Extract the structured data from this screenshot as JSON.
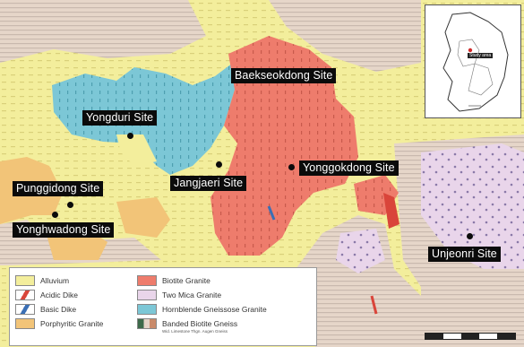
{
  "sites": [
    {
      "id": "baekseokdong",
      "label": "Baekseokdong Site"
    },
    {
      "id": "yongduri",
      "label": "Yongduri Site"
    },
    {
      "id": "jangjaeri",
      "label": "Jangjaeri Site"
    },
    {
      "id": "yonggokdong",
      "label": "Yonggokdong Site"
    },
    {
      "id": "punggidong",
      "label": "Punggidong Site"
    },
    {
      "id": "yonghwadong",
      "label": "Yonghwadong Site"
    },
    {
      "id": "unjeonri",
      "label": "Unjeonri Site"
    }
  ],
  "inset": {
    "label": "Study area"
  },
  "legend": {
    "alluvium": "Alluvium",
    "acidic_dike": "Acidic Dike",
    "basic_dike": "Basic Dike",
    "porphyritic_granite": "Porphyritic Granite",
    "biotite_granite": "Biotite Granite",
    "two_mica_granite": "Two Mica Granite",
    "hornblende_gneissose_granite": "Hornblende Gneissose Granite",
    "banded_biotite_gneiss": "Banded Biotite Gneiss",
    "banded_sub": "Wid. Limestone   Thgn. Augen Gneiss"
  },
  "colors": {
    "alluvium": "#f3ee9c",
    "biotite_granite": "#ee7c6c",
    "hornblende_granite": "#7cc7d6",
    "two_mica_granite": "#e9d5ea",
    "porphyritic_granite": "#f2c478",
    "gneiss_base": "#e4d3c7",
    "label_bg": "#0b0b0b"
  }
}
